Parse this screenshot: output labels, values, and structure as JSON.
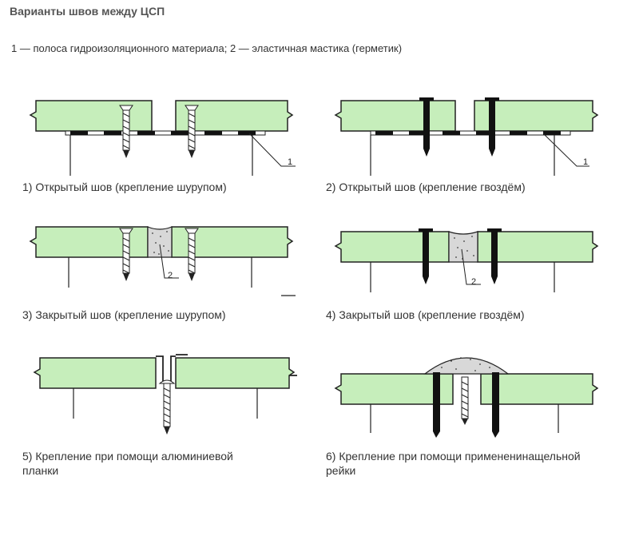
{
  "title": "Варианты швов между ЦСП",
  "legend": "1 — полоса гидроизоляционного материала; 2 — эластичная мастика (герметик)",
  "colors": {
    "panel": "#c6eebb",
    "stroke": "#222222",
    "sealant": "#d8d8d8"
  },
  "figures": [
    {
      "caption": "1) Открытый шов (крепление шурупом)",
      "marker": "1"
    },
    {
      "caption": "2) Открытый шов (крепление гвоздём)",
      "marker": "1"
    },
    {
      "caption": "3) Закрытый шов (крепление шурупом)",
      "marker": "2"
    },
    {
      "caption": "4) Закрытый шов (крепление гвоздём)",
      "marker": "2"
    },
    {
      "caption": "5) Крепление при помощи алюминиевой\nпланки"
    },
    {
      "caption": "6) Крепление при помощи примененинащельной\nрейки"
    }
  ]
}
